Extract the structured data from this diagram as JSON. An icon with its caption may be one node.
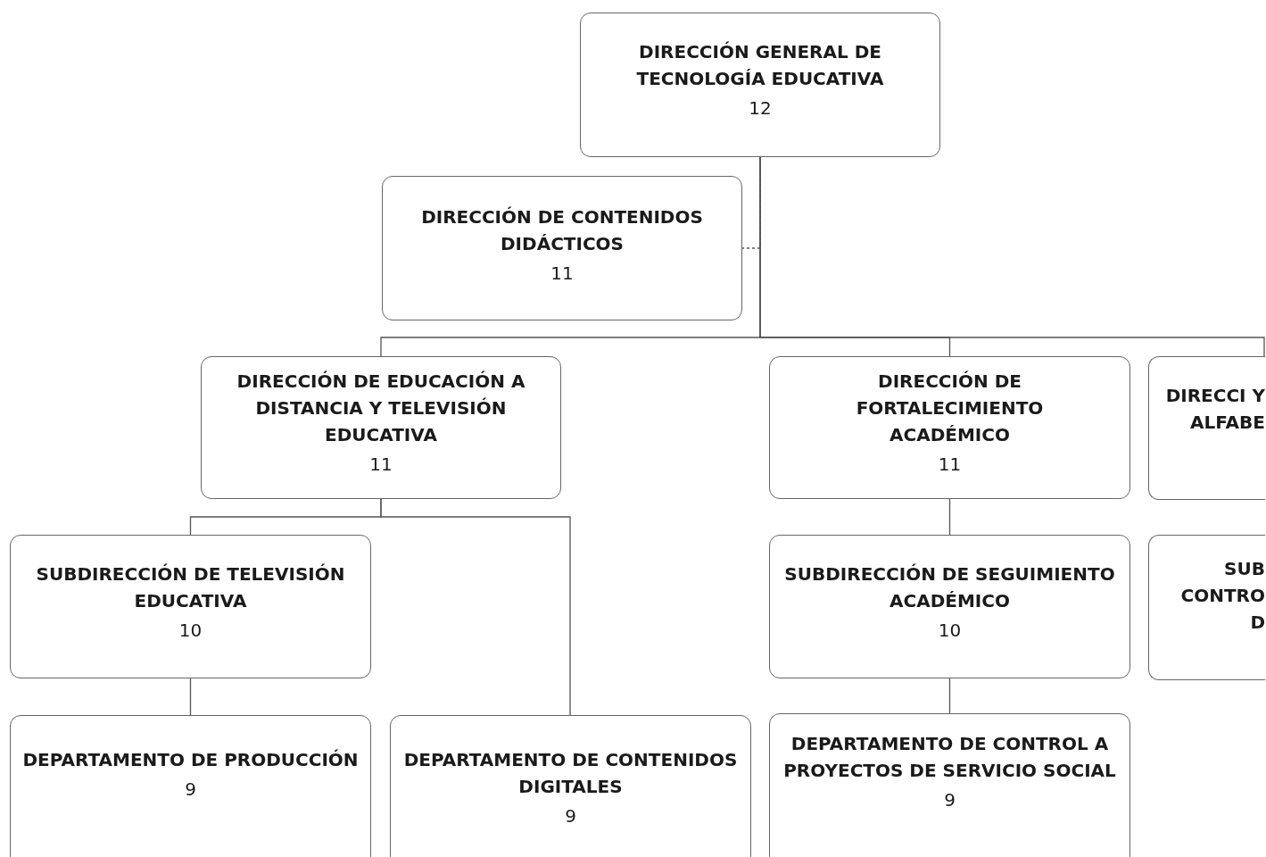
{
  "diagram": {
    "nodes": [
      {
        "text": [
          "DIRECCIÓN GENERAL DE TECNOLOGÍA EDUCATIVA",
          "12"
        ]
      },
      {
        "text": [
          "DIRECCIÓN DE CONTENIDOS DIDÁCTICOS",
          "11"
        ]
      },
      {
        "text": [
          "DIRECCIÓN DE EDUCACIÓN A DISTANCIA Y TELEVISIÓN EDUCATIVA",
          "11"
        ]
      },
      {
        "text": [
          "DIRECCIÓN DE FORTALECIMIENTO ACADÉMICO",
          "11"
        ]
      },
      {
        "text": [
          "DIRECCI Y ALFABE"
        ]
      },
      {
        "text": [
          "SUBDIRECCIÓN DE TELEVISIÓN EDUCATIVA",
          "10"
        ]
      },
      {
        "text": [
          "SUBDIRECCIÓN DE SEGUIMIENTO ACADÉMICO",
          "10"
        ]
      },
      {
        "text": [
          "SUB CONTRO D"
        ]
      },
      {
        "text": [
          "DEPARTAMENTO DE PRODUCCIÓN",
          "9"
        ]
      },
      {
        "text": [
          "DEPARTAMENTO DE CONTENIDOS DIGITALES",
          "9"
        ]
      },
      {
        "text": [
          "DEPARTAMENTO DE CONTROL A PROYECTOS DE SERVICIO SOCIAL",
          "9"
        ]
      }
    ],
    "edges": [
      {
        "from": 0,
        "to": 1,
        "arrow": "none",
        "style": "dashed"
      },
      {
        "from": 0,
        "to": 2,
        "arrow": "none"
      },
      {
        "from": 0,
        "to": 3,
        "arrow": "none"
      },
      {
        "from": 0,
        "to": 4,
        "arrow": "none"
      },
      {
        "from": 2,
        "to": 5,
        "arrow": "none"
      },
      {
        "from": 2,
        "to": 9,
        "arrow": "none"
      },
      {
        "from": 5,
        "to": 8,
        "arrow": "none"
      },
      {
        "from": 3,
        "to": 6,
        "arrow": "none"
      },
      {
        "from": 6,
        "to": 10,
        "arrow": "none"
      }
    ]
  }
}
